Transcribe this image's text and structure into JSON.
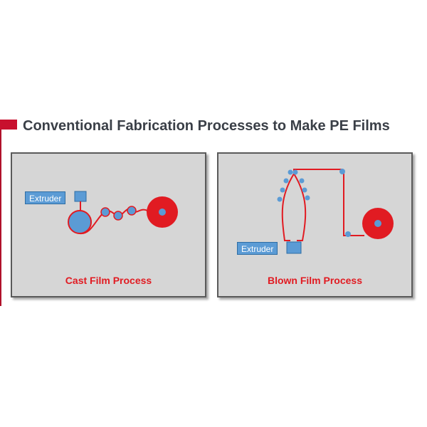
{
  "title": "Conventional Fabrication Processes to Make PE Films",
  "panels": {
    "cast": {
      "label": "Cast Film Process",
      "extruder_label": "Extruder"
    },
    "blown": {
      "label": "Blown Film Process",
      "extruder_label": "Extruder"
    }
  },
  "colors": {
    "accent": "#c8102e",
    "film_red": "#e11b22",
    "roller_blue": "#5b9bd5",
    "panel_gray": "#d6d6d6",
    "title_gray": "#3a3f47"
  }
}
